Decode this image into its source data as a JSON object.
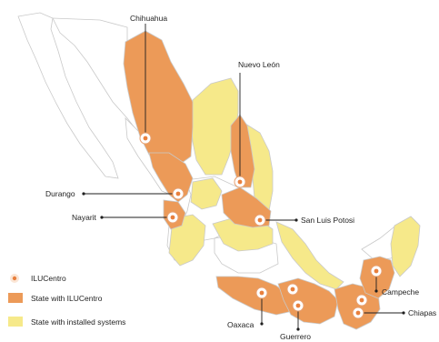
{
  "colors": {
    "ilucentro_state": "#ec9a58",
    "installed_state": "#f6e98a",
    "other_state": "#ffffff",
    "border": "#c9c9c9",
    "marker_ring": "#ffffff",
    "marker_core": "#e8803e",
    "leader": "#1f1f1f"
  },
  "legend": {
    "marker_label": "ILUCentro",
    "ilucentro_state_label": "State with ILUCentro",
    "installed_label": "State with installed systems"
  },
  "locations": [
    {
      "id": "chihuahua",
      "label": "Chihuahua"
    },
    {
      "id": "nuevo-leon",
      "label": "Nuevo León"
    },
    {
      "id": "durango",
      "label": "Durango"
    },
    {
      "id": "nayarit",
      "label": "Nayarit"
    },
    {
      "id": "san-luis-potosi",
      "label": "San Luis Potosi"
    },
    {
      "id": "campeche",
      "label": "Campeche"
    },
    {
      "id": "chiapas",
      "label": "Chiapas"
    },
    {
      "id": "oaxaca",
      "label": "Oaxaca"
    },
    {
      "id": "guerrero",
      "label": "Guerrero"
    }
  ]
}
